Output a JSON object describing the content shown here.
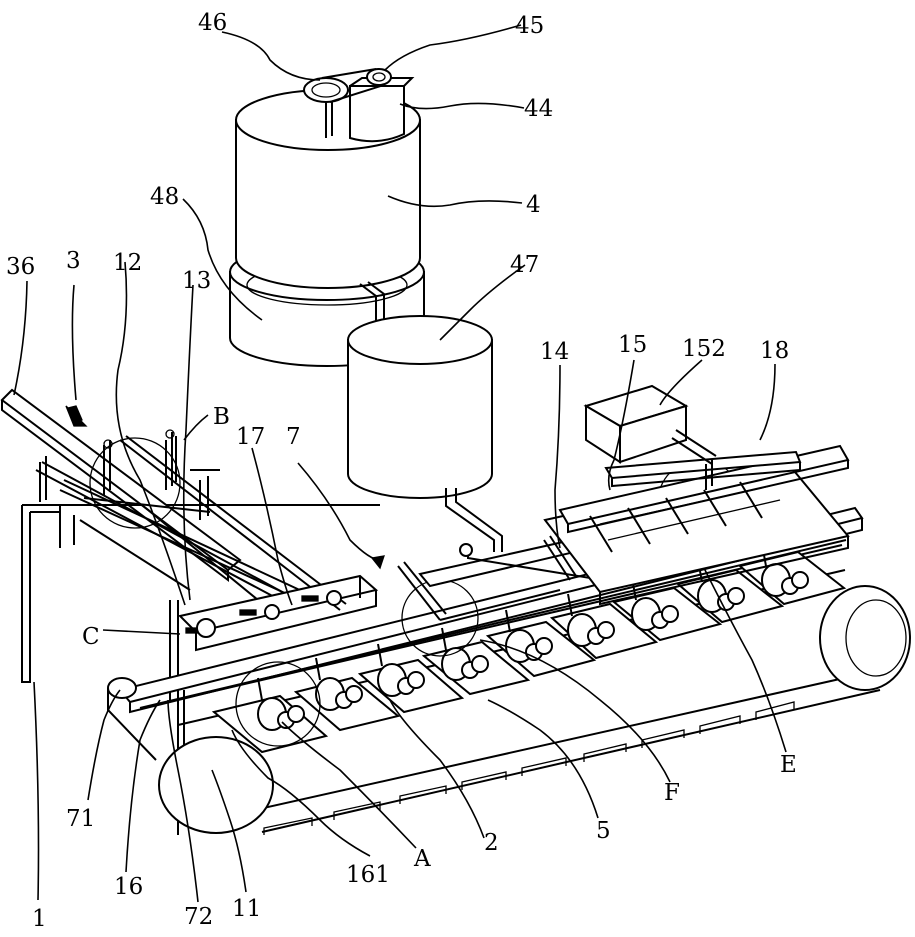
{
  "labels": {
    "l46": "46",
    "l45": "45",
    "l44": "44",
    "l4": "4",
    "l48": "48",
    "l47": "47",
    "l36": "36",
    "l3": "3",
    "l12": "12",
    "l13": "13",
    "lB": "B",
    "l17": "17",
    "l7": "7",
    "l14": "14",
    "l15": "15",
    "l152": "152",
    "l18": "18",
    "lC": "C",
    "l71": "71",
    "l1": "1",
    "l16": "16",
    "l72": "72",
    "l11": "11",
    "l161": "161",
    "lA": "A",
    "l2": "2",
    "l5": "5",
    "lF": "F",
    "lE": "E"
  }
}
